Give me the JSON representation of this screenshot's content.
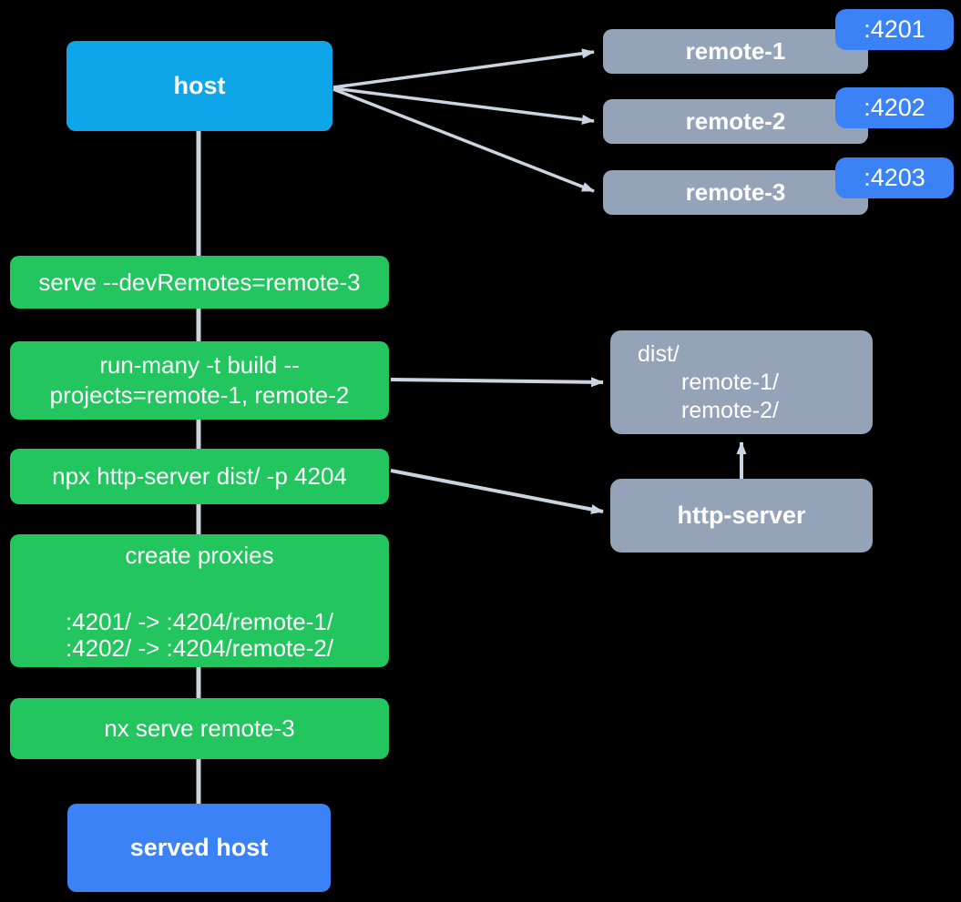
{
  "diagram": {
    "type": "flowchart",
    "background_color": "#000000",
    "colors": {
      "host_box": "#0ea5e9",
      "remote_box": "#94a3b8",
      "port_badge": "#3b82f6",
      "command_box": "#22c55e",
      "artifact_box": "#94a3b8",
      "served_host_box": "#3b82f6",
      "connector": "#cbd5e1",
      "text": "#ffffff"
    }
  },
  "host": {
    "label": "host"
  },
  "remotes": [
    {
      "name": "remote-1",
      "port": ":4201"
    },
    {
      "name": "remote-2",
      "port": ":4202"
    },
    {
      "name": "remote-3",
      "port": ":4203"
    }
  ],
  "commands": {
    "serve": "serve --devRemotes=remote-3",
    "run_many_line1": "run-many -t build --",
    "run_many_line2": "projects=remote-1, remote-2",
    "http_server": "npx http-server dist/ -p 4204",
    "proxies_title": "create proxies",
    "proxy_rule_1": ":4201/ -> :4204/remote-1/",
    "proxy_rule_2": ":4202/ -> :4204/remote-2/",
    "nx_serve": "nx serve remote-3"
  },
  "dist": {
    "line1": "dist/",
    "line2": "remote-1/",
    "line3": "remote-2/"
  },
  "http_server_node": {
    "label": "http-server"
  },
  "served_host": {
    "label": "served host"
  }
}
